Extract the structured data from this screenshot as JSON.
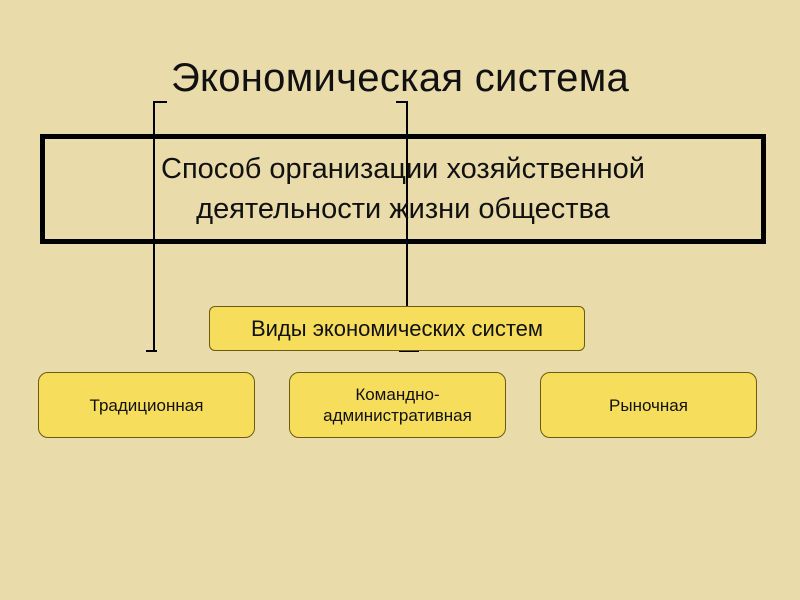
{
  "title": "Экономическая система",
  "definition": "Способ организации хозяйственной\nдеятельности жизни общества",
  "types_header": "Виды экономических систем",
  "types": [
    {
      "label": "Традиционная"
    },
    {
      "label": "Командно-\nадминистративная"
    },
    {
      "label": "Рыночная"
    }
  ],
  "colors": {
    "background": "#e9dcaa",
    "box_fill": "#f7dd5c",
    "border": "#000000"
  }
}
